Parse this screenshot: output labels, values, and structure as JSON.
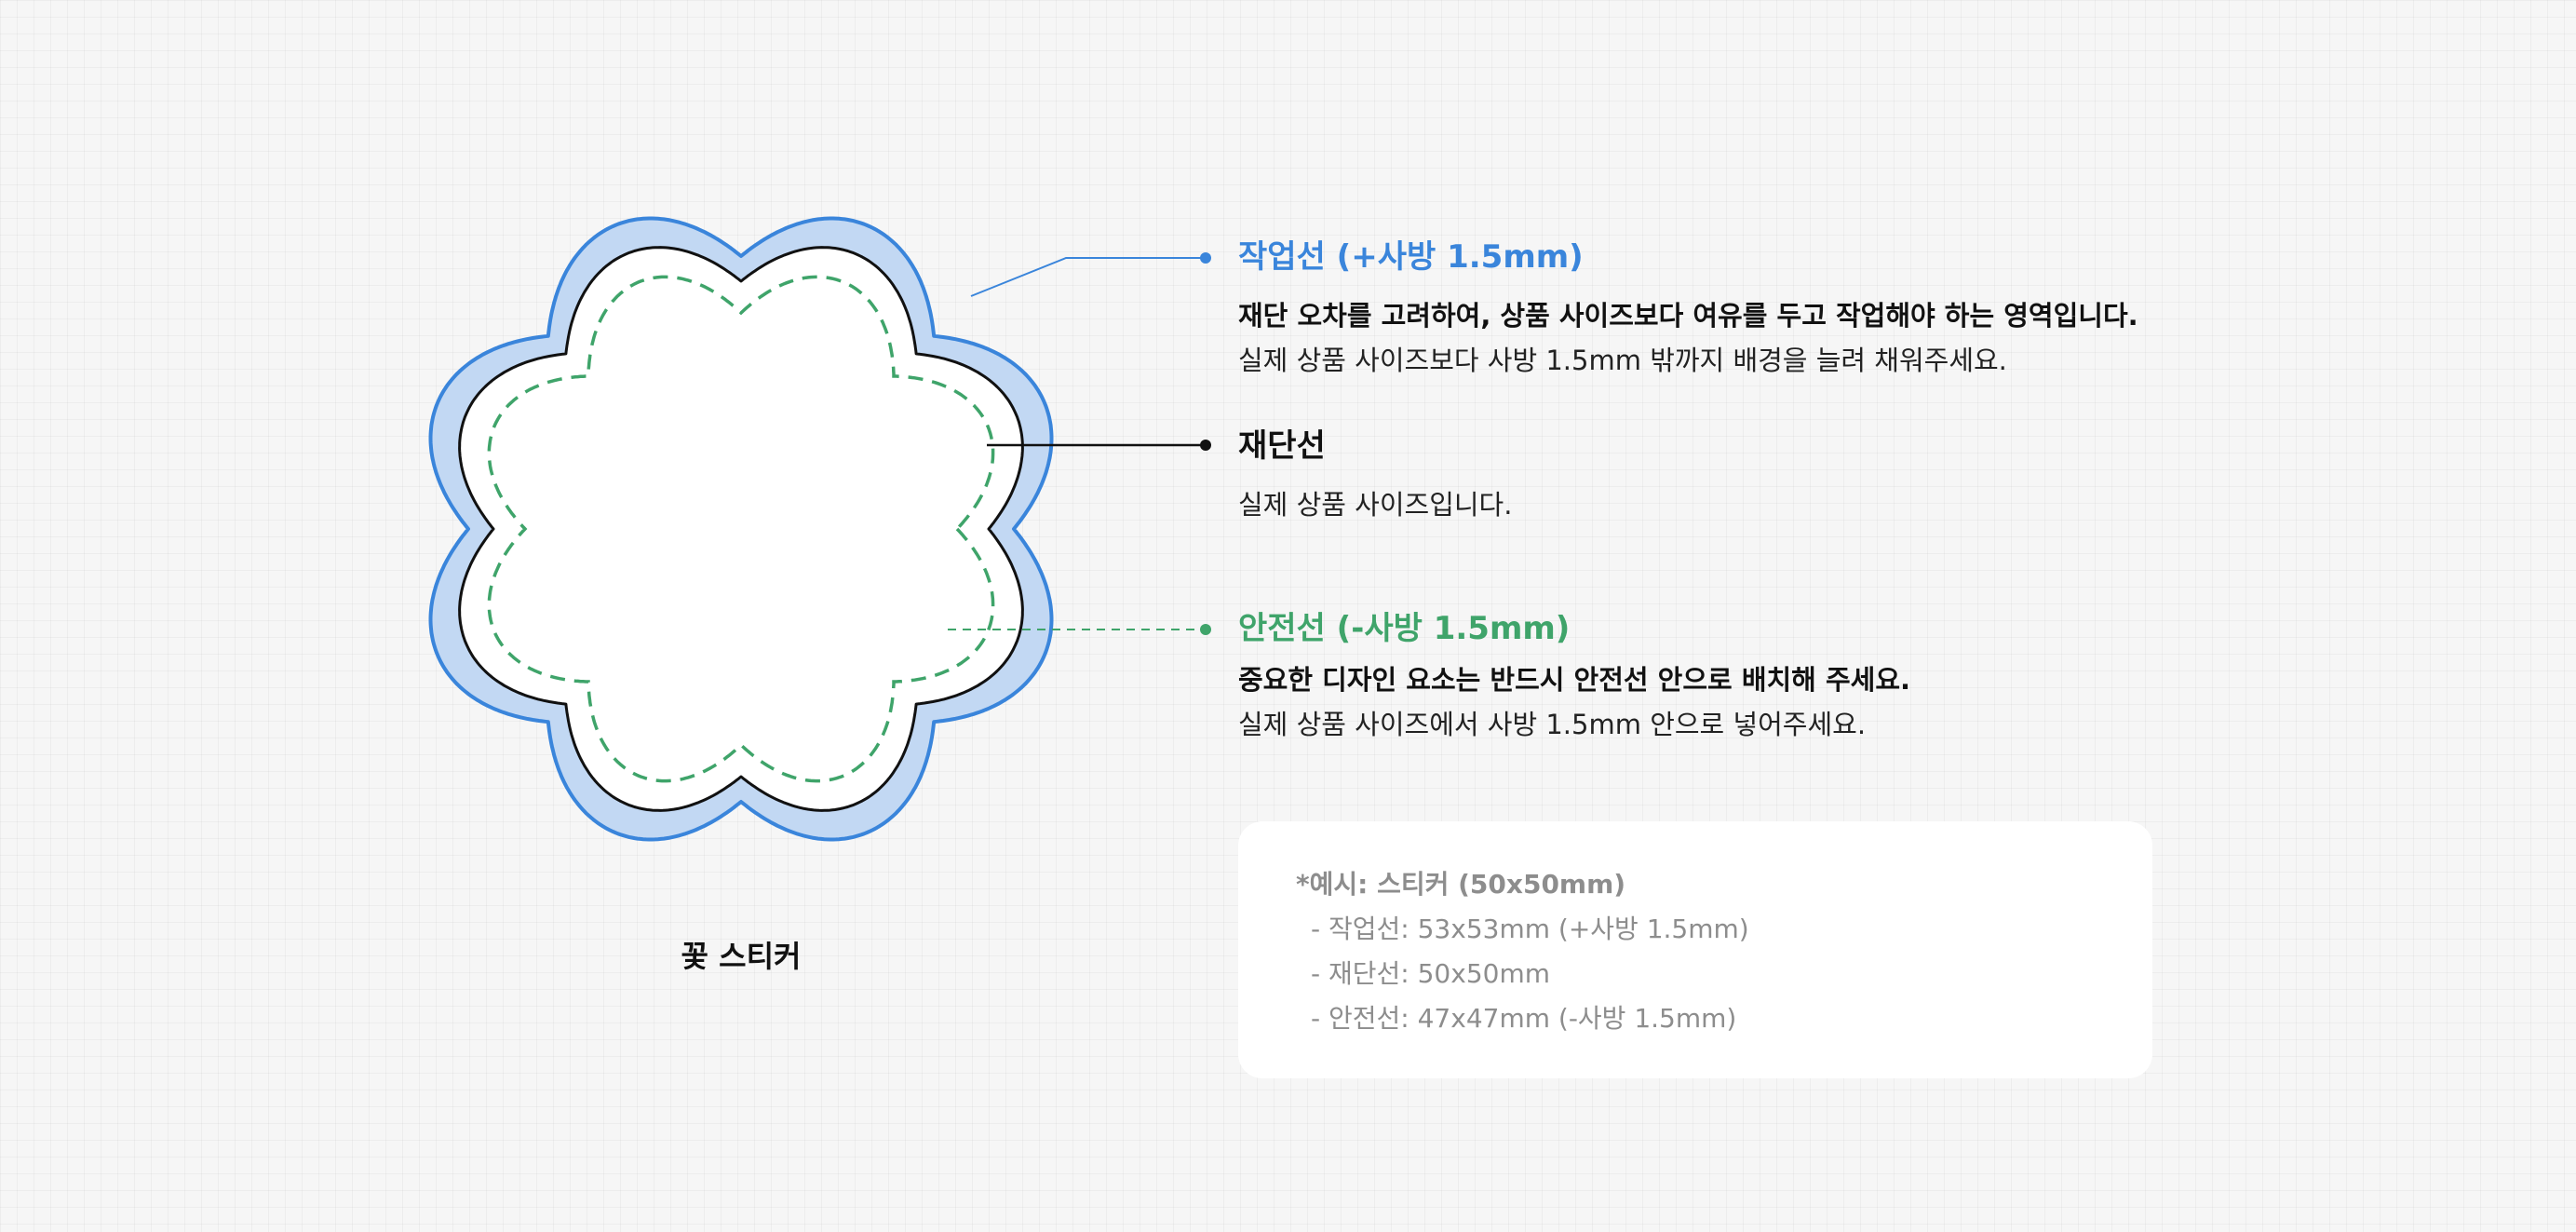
{
  "diagram": {
    "caption": "꽃 스티커",
    "colors": {
      "work_fill": "#c2d8f3",
      "work_stroke": "#3a85db",
      "cut_stroke": "#111111",
      "safe_stroke": "#3fa46a",
      "sticker_fill": "#ffffff"
    },
    "lines": [
      {
        "key": "work",
        "title": "작업선 (+사방 1.5mm)",
        "desc_bold": "재단 오차를 고려하여, 상품 사이즈보다 여유를 두고 작업해야 하는 영역입니다.",
        "desc": "실제 상품 사이즈보다 사방 1.5mm 밖까지 배경을 늘려 채워주세요."
      },
      {
        "key": "cut",
        "title": "재단선",
        "desc_bold": "",
        "desc": "실제 상품 사이즈입니다."
      },
      {
        "key": "safe",
        "title": "안전선 (-사방 1.5mm)",
        "desc_bold": "중요한 디자인 요소는 반드시 안전선 안으로 배치해 주세요.",
        "desc": "실제 상품 사이즈에서 사방 1.5mm 안으로 넣어주세요."
      }
    ]
  },
  "example": {
    "title": "*예시: 스티커 (50x50mm)",
    "items": [
      "- 작업선: 53x53mm (+사방 1.5mm)",
      "- 재단선: 50x50mm",
      "- 안전선: 47x47mm (-사방 1.5mm)"
    ]
  }
}
